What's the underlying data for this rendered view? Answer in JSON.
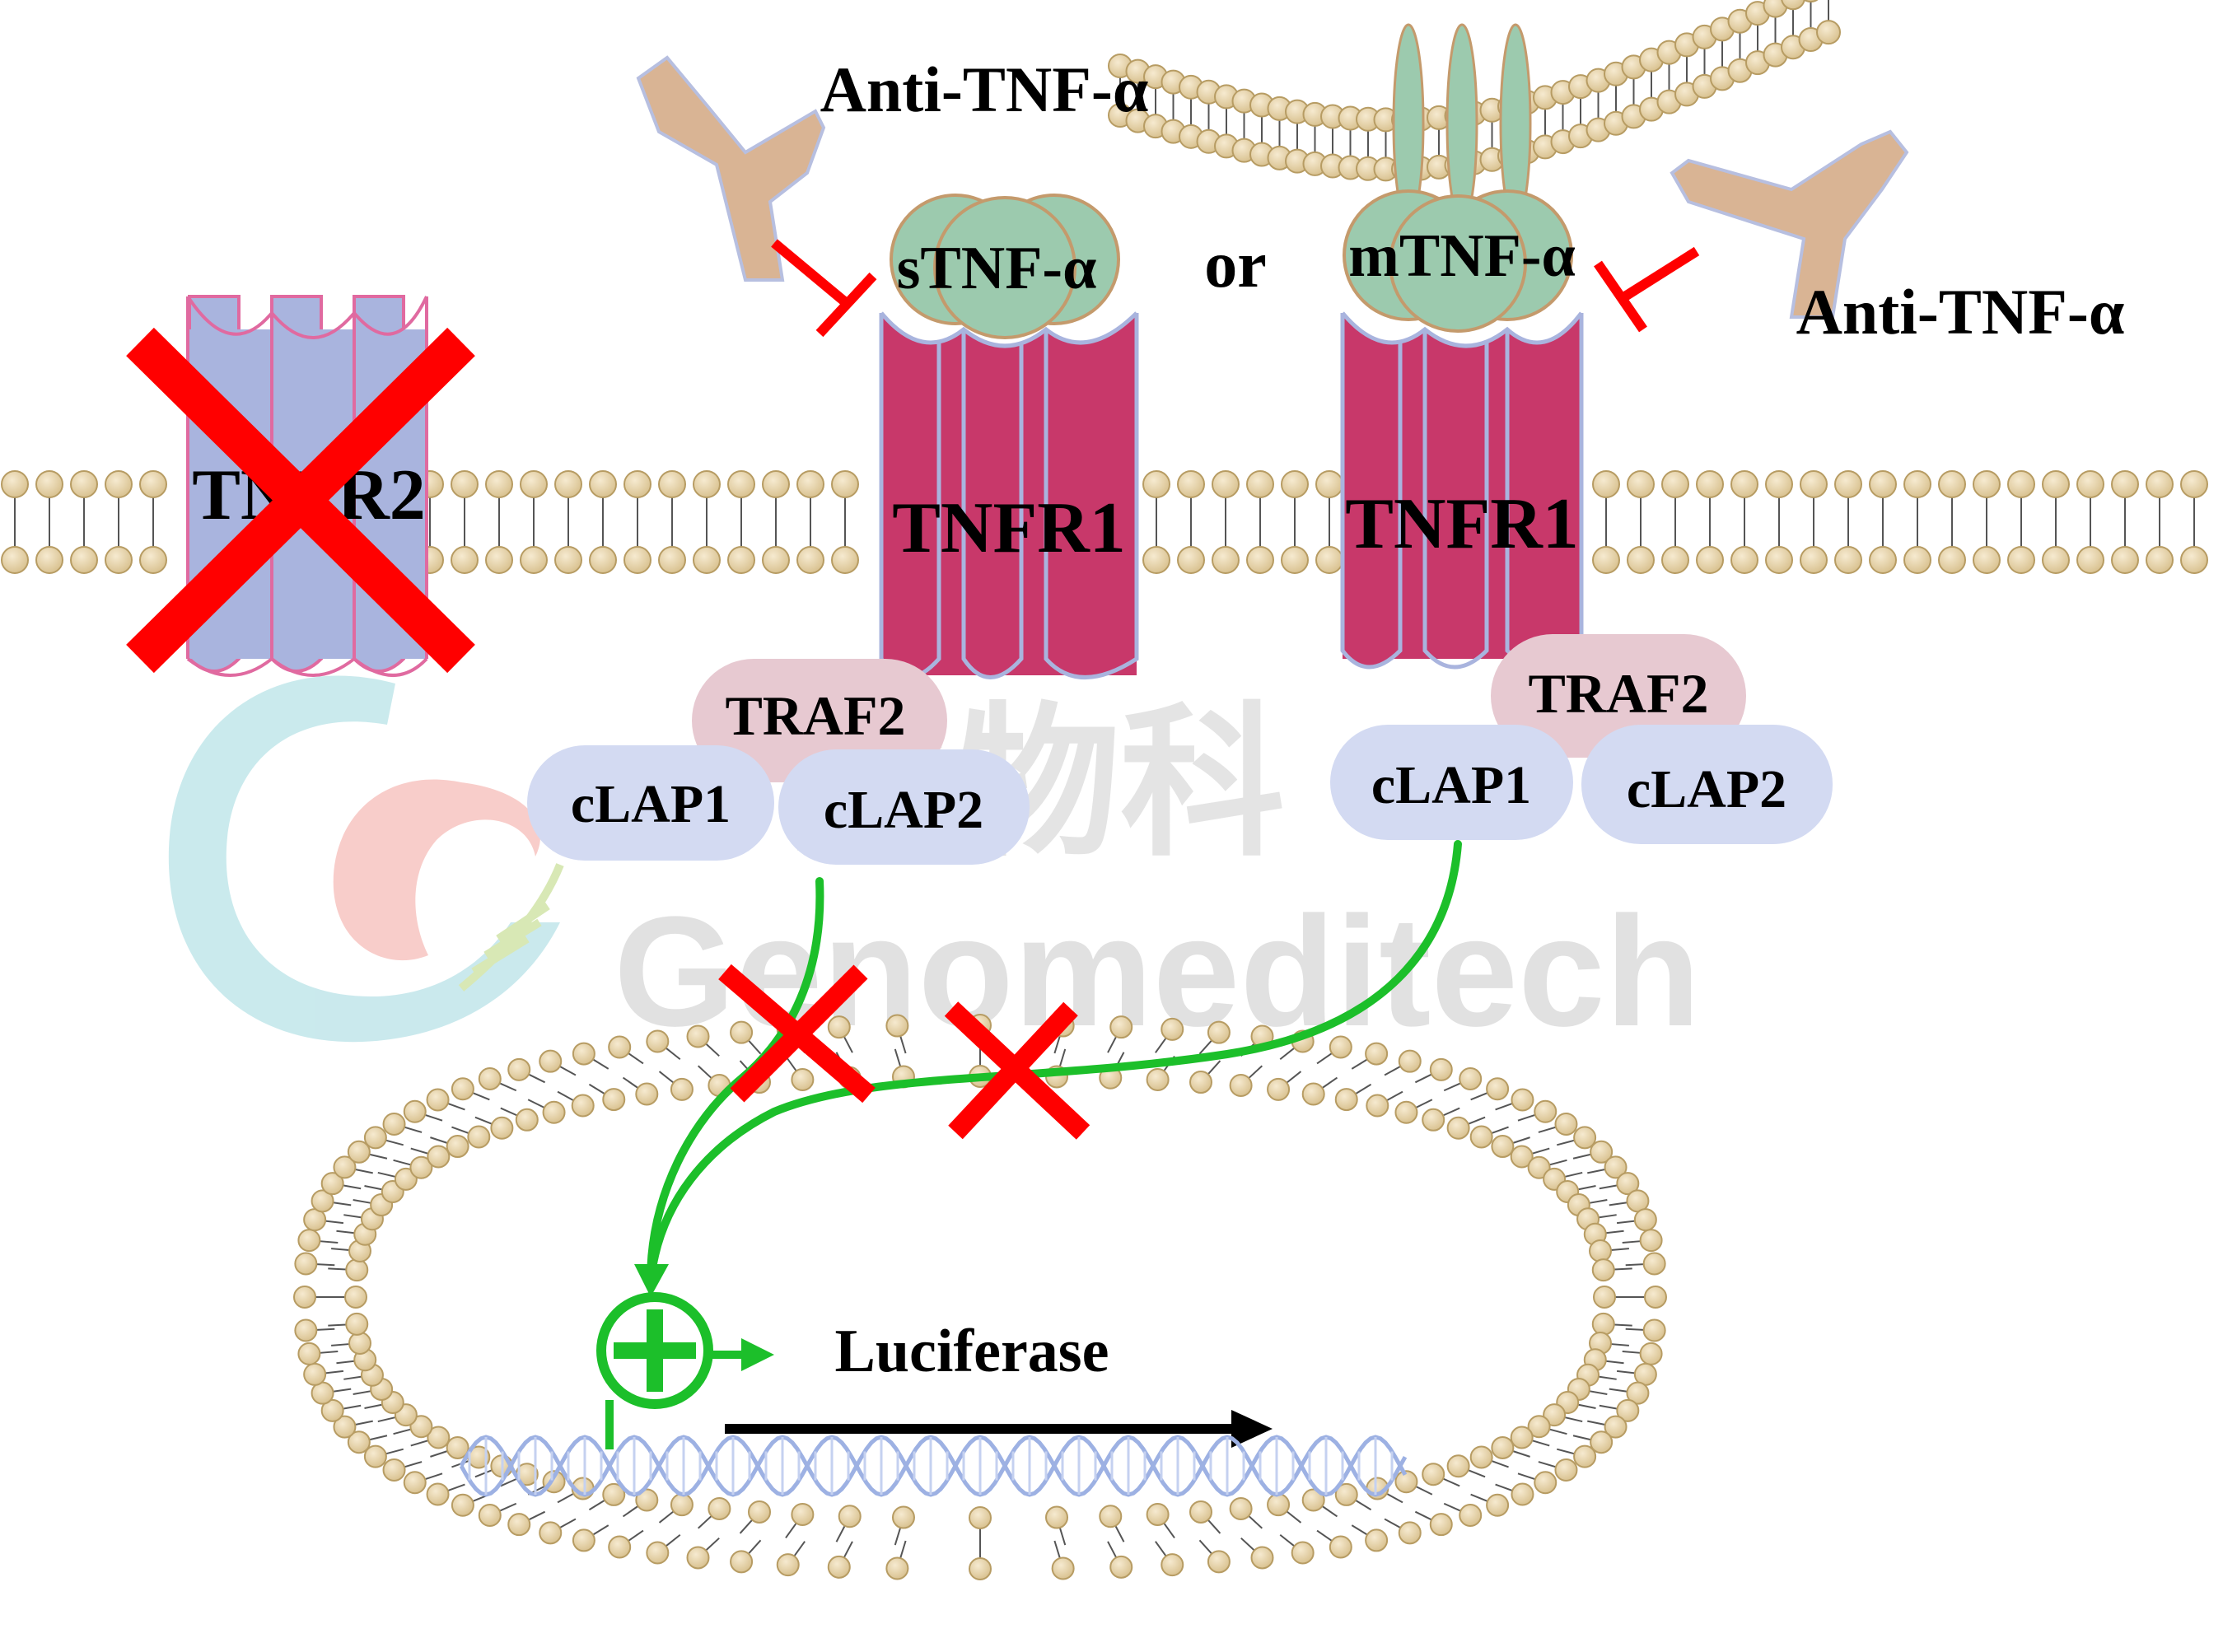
{
  "labels": {
    "anti_left": "Anti-TNF-α",
    "anti_right": "Anti-TNF-α",
    "stnf": "sTNF-α",
    "or": "or",
    "mtnf": "mTNF-α",
    "tnfr2": "TNFR2",
    "tnfr1_left": "TNFR1",
    "tnfr1_right": "TNFR1",
    "traf2_left": "TRAF2",
    "traf2_right": "TRAF2",
    "clap1_left": "cLAP1",
    "clap2_left": "cLAP2",
    "clap1_right": "cLAP1",
    "clap2_right": "cLAP2",
    "luciferase": "Luciferase"
  },
  "watermark": {
    "en": "Genomeditech",
    "cn": "生物科"
  },
  "colors": {
    "receptor_tnfr1": "#c8386a",
    "receptor_tnfr2": "#a9b4de",
    "tnf_trimer": "#9ccaae",
    "antibody": "#d9b494",
    "lipid_head": "#e6d3a6",
    "adaptor_traf2": "#e7c9d1",
    "adaptor_clap": "#d3daf2",
    "signal": "#1cbf2a",
    "block": "#ff0000",
    "arrow": "#000000",
    "dna": "#9db1e3"
  }
}
